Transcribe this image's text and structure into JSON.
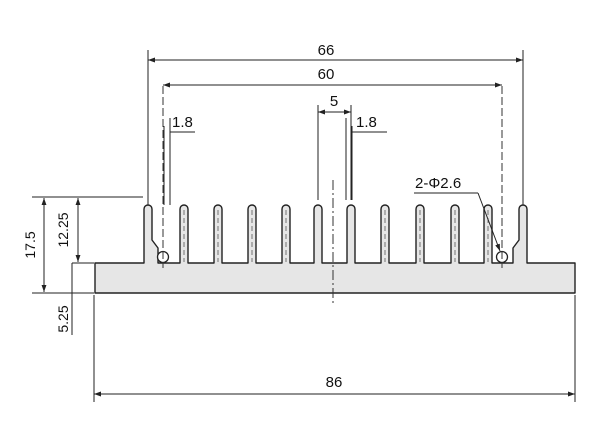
{
  "dimensions": {
    "overall_fin_span": "66",
    "hole_spacing": "60",
    "fin_pitch": "5",
    "fin_thickness_left": "1.8",
    "fin_thickness_center": "1.8",
    "holes": "2-Φ2.6",
    "total_height": "17.5",
    "fin_height": "12.25",
    "base_thickness": "5.25",
    "base_width": "86"
  },
  "colors": {
    "fill": "#e6e6e6",
    "line": "#222222",
    "background": "#ffffff"
  }
}
